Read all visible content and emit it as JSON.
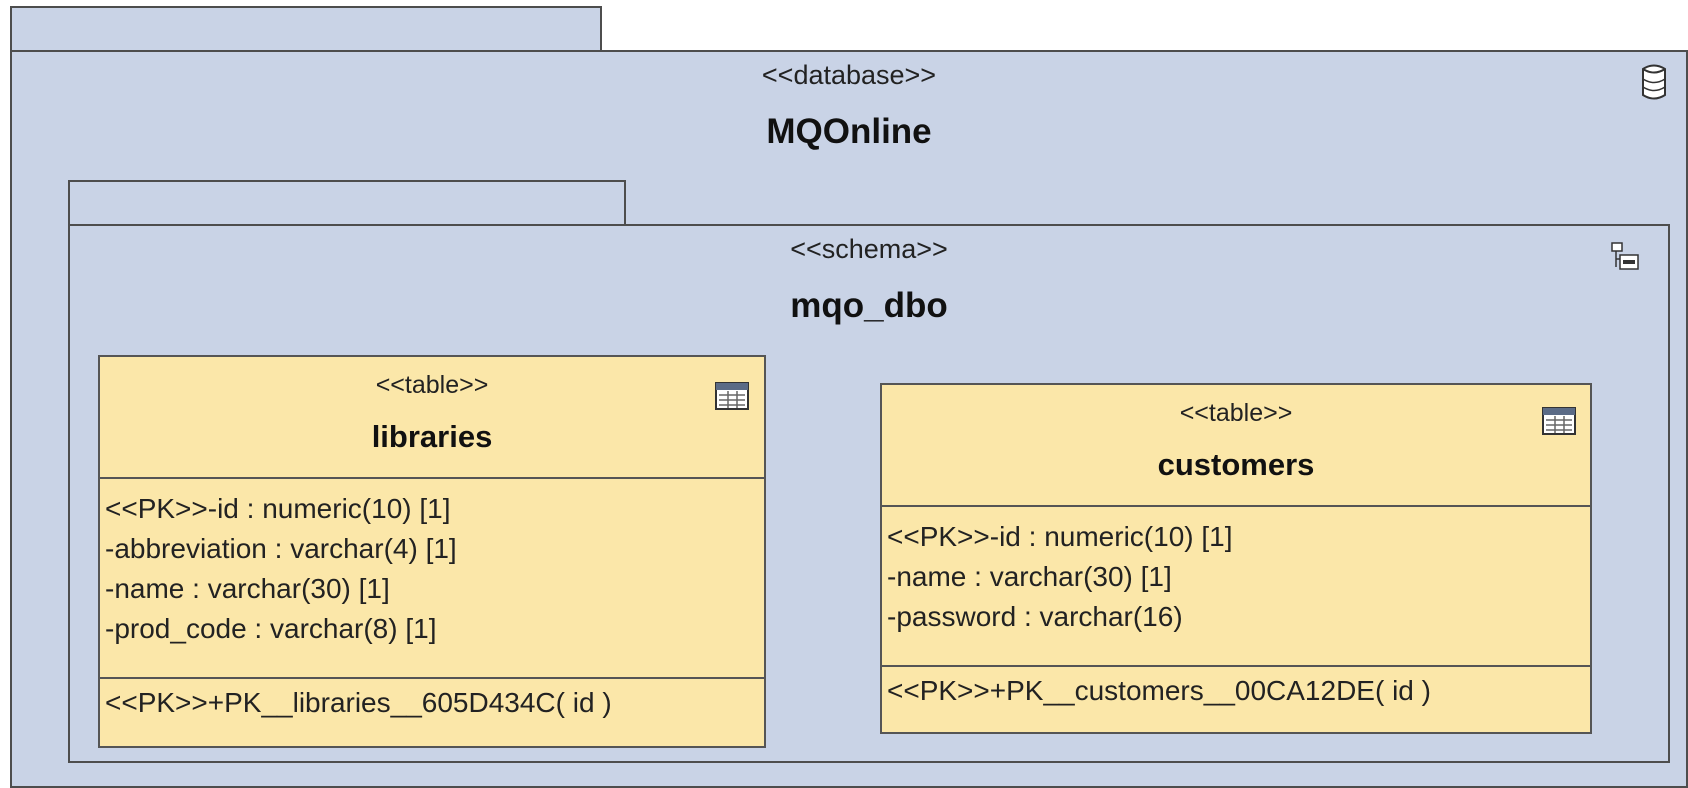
{
  "database": {
    "stereotype": "<<database>>",
    "name": "MQOnline",
    "icon": "database-icon"
  },
  "schema": {
    "stereotype": "<<schema>>",
    "name": "mqo_dbo",
    "icon": "schema-icon"
  },
  "tables": [
    {
      "stereotype": "<<table>>",
      "name": "libraries",
      "icon": "table-icon",
      "attributes": [
        "<<PK>>-id : numeric(10) [1]",
        "-abbreviation : varchar(4) [1]",
        "-name : varchar(30) [1]",
        "-prod_code : varchar(8) [1]"
      ],
      "operations": [
        "<<PK>>+PK__libraries__605D434C( id )"
      ]
    },
    {
      "stereotype": "<<table>>",
      "name": "customers",
      "icon": "table-icon",
      "attributes": [
        "<<PK>>-id : numeric(10) [1]",
        "-name : varchar(30) [1]",
        "-password : varchar(16)"
      ],
      "operations": [
        "<<PK>>+PK__customers__00CA12DE( id )"
      ]
    }
  ],
  "colors": {
    "package_fill": "#c9d3e6",
    "table_fill": "#fbe7a9",
    "border": "#4d4d4d"
  }
}
